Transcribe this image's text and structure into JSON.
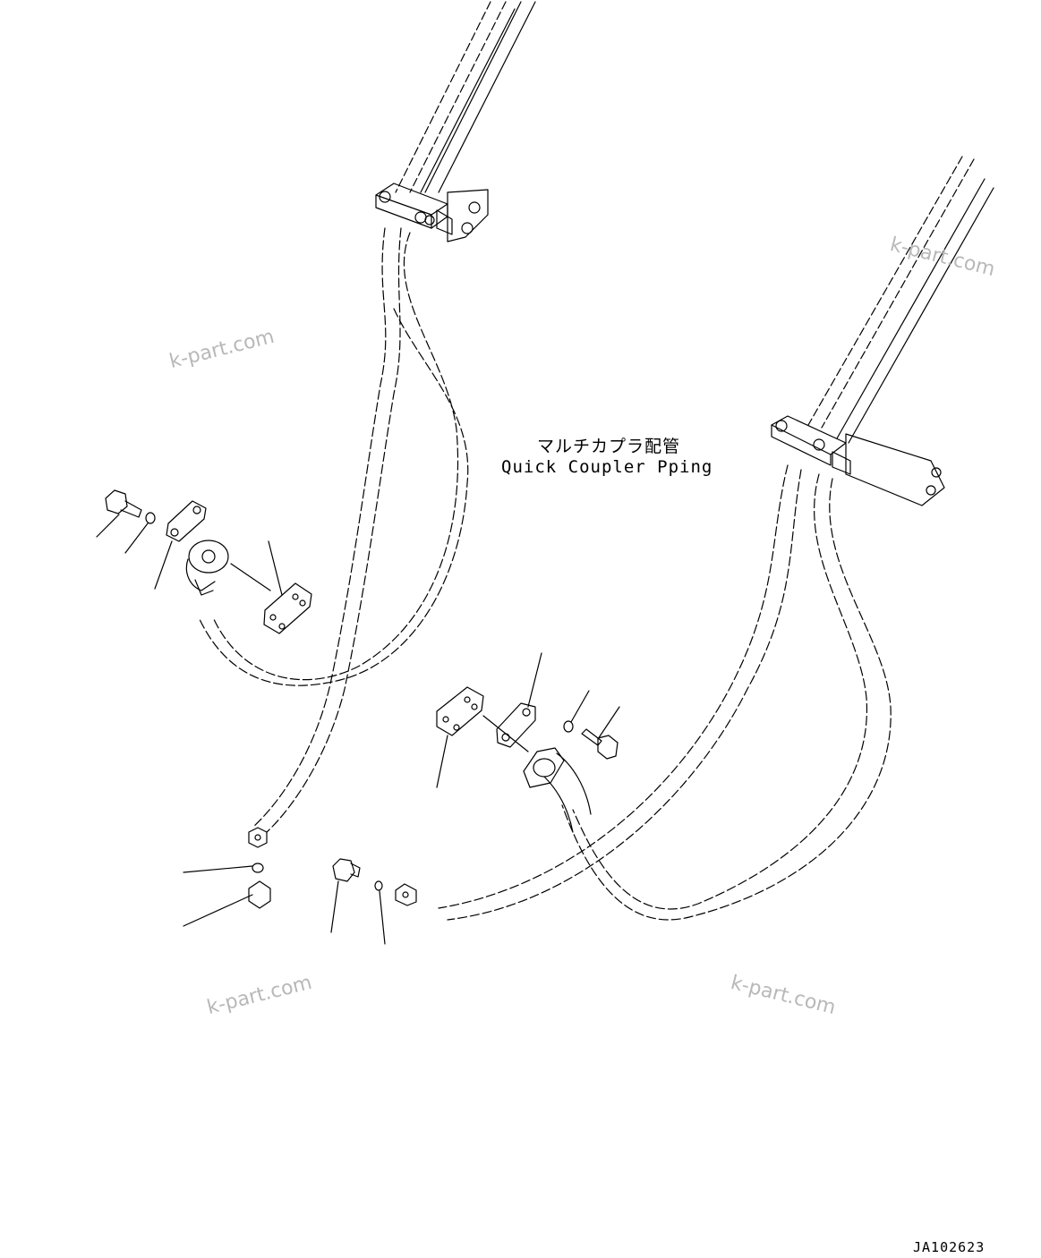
{
  "title": {
    "japanese": "マルチカプラ配管",
    "english": "Quick Coupler Pping"
  },
  "drawing_code": "JA102623",
  "watermarks": [
    "k-part.com",
    "k-part.com",
    "k-part.com",
    "k-part.com"
  ],
  "colors": {
    "line": "#000000",
    "watermark": "#b8b8b8",
    "background": "#ffffff"
  }
}
